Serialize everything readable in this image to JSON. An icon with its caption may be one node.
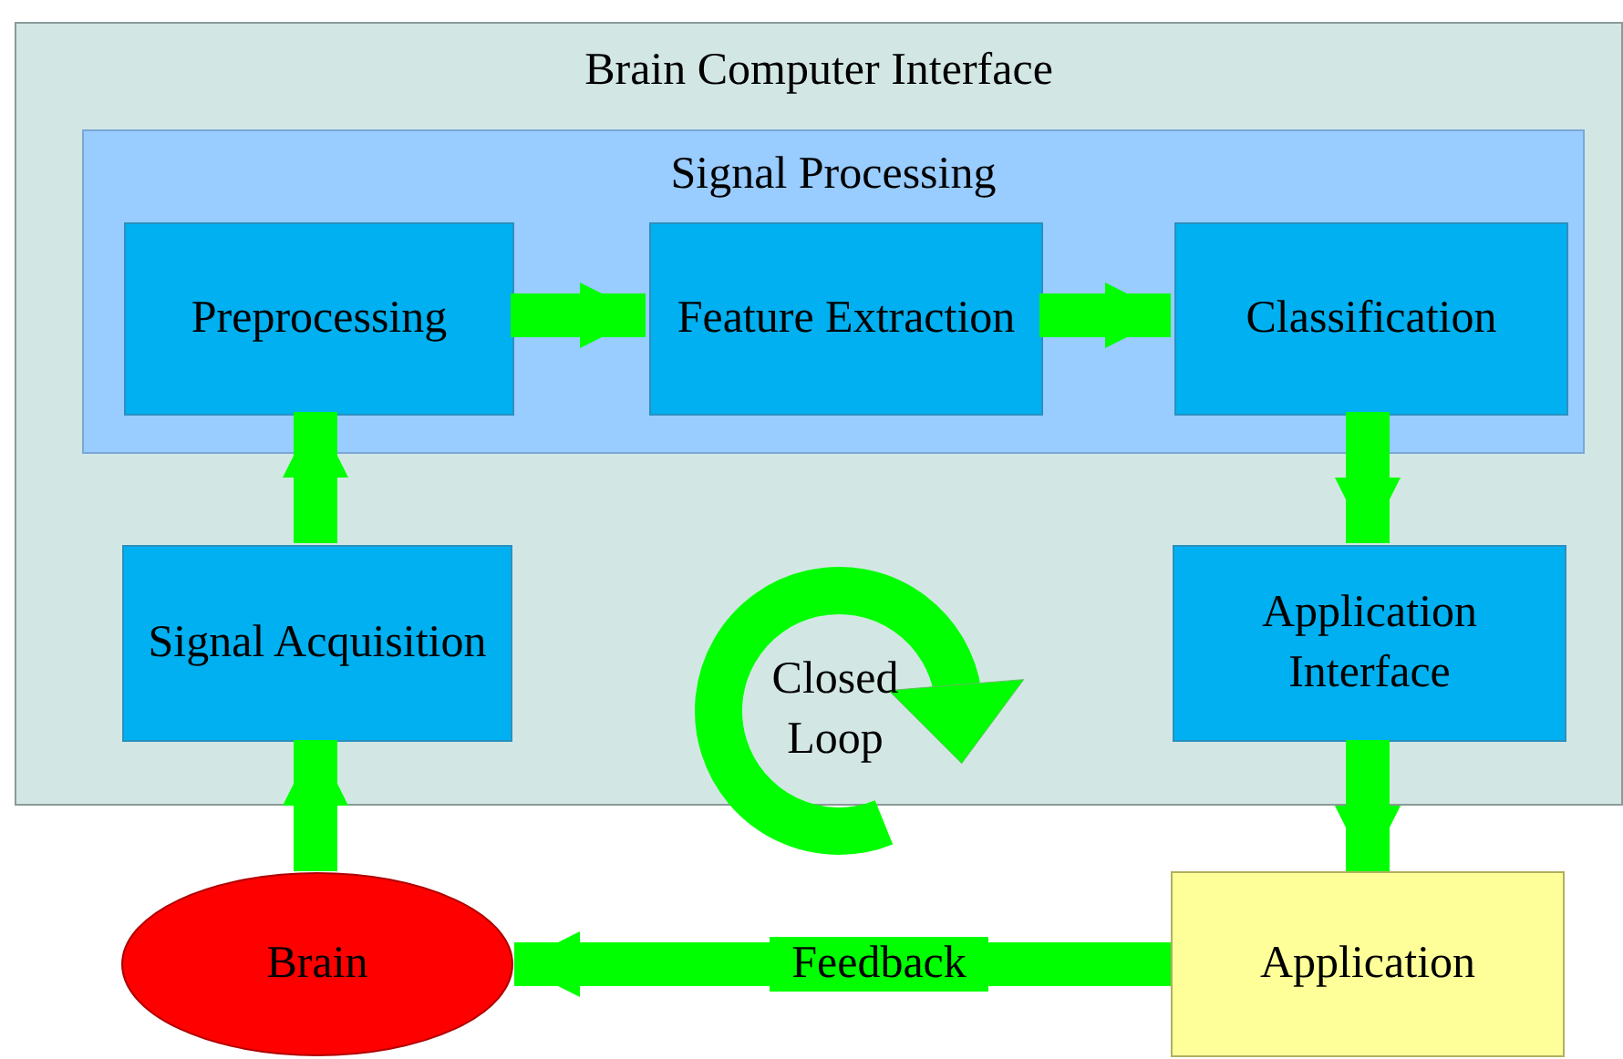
{
  "diagram": {
    "nodes": [
      {
        "text": [
          "Brain Computer Interface"
        ]
      },
      {
        "text": [
          "Signal Processing"
        ],
        "in": 0
      },
      {
        "text": [
          "Preprocessing"
        ],
        "in": 1
      },
      {
        "text": [
          "Feature Extraction"
        ],
        "in": 1
      },
      {
        "text": [
          "Classification"
        ],
        "in": 1
      },
      {
        "text": [
          "Signal Acquisition"
        ],
        "in": 0
      },
      {
        "text": [
          "Application Interface"
        ],
        "in": 0
      },
      {
        "text": [
          "Closed Loop"
        ]
      },
      {
        "text": [
          "Brain"
        ]
      },
      {
        "text": [
          "Application"
        ]
      }
    ],
    "edges": [
      {
        "from": 2,
        "to": 3,
        "arrow": "to"
      },
      {
        "from": 3,
        "to": 4,
        "arrow": "to"
      },
      {
        "from": 4,
        "to": 6,
        "arrow": "to"
      },
      {
        "from": 6,
        "to": 9,
        "arrow": "to"
      },
      {
        "from": 9,
        "to": 8,
        "arrow": "to",
        "label": "Feedback"
      },
      {
        "from": 8,
        "to": 5,
        "arrow": "to"
      },
      {
        "from": 5,
        "to": 2,
        "arrow": "to"
      }
    ]
  }
}
